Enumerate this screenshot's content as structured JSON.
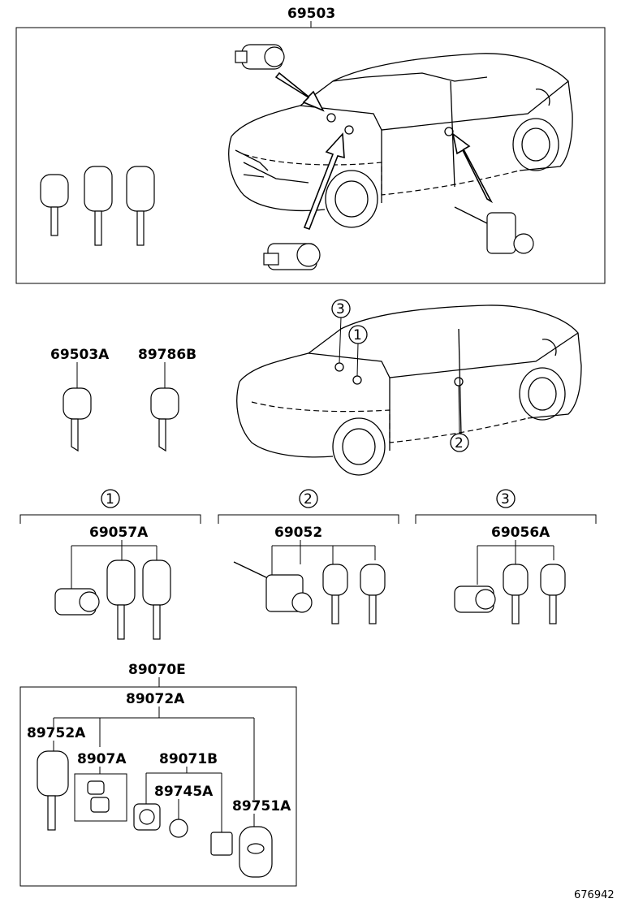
{
  "labels": {
    "top_assembly": "69503",
    "key_blank_a": "69503A",
    "key_blank_b": "89786B",
    "group1_part": "69057A",
    "group2_part": "69052",
    "group3_part": "69056A",
    "transmitter_assy": "89070E",
    "transmitter_sub": "89072A",
    "key_left": "89752A",
    "case_part": "8907A",
    "housing_part": "89071B",
    "battery_part": "89745A",
    "remote_part": "89751A",
    "diagram_number": "676942"
  },
  "callouts": {
    "one": "1",
    "two": "2",
    "three": "3"
  }
}
